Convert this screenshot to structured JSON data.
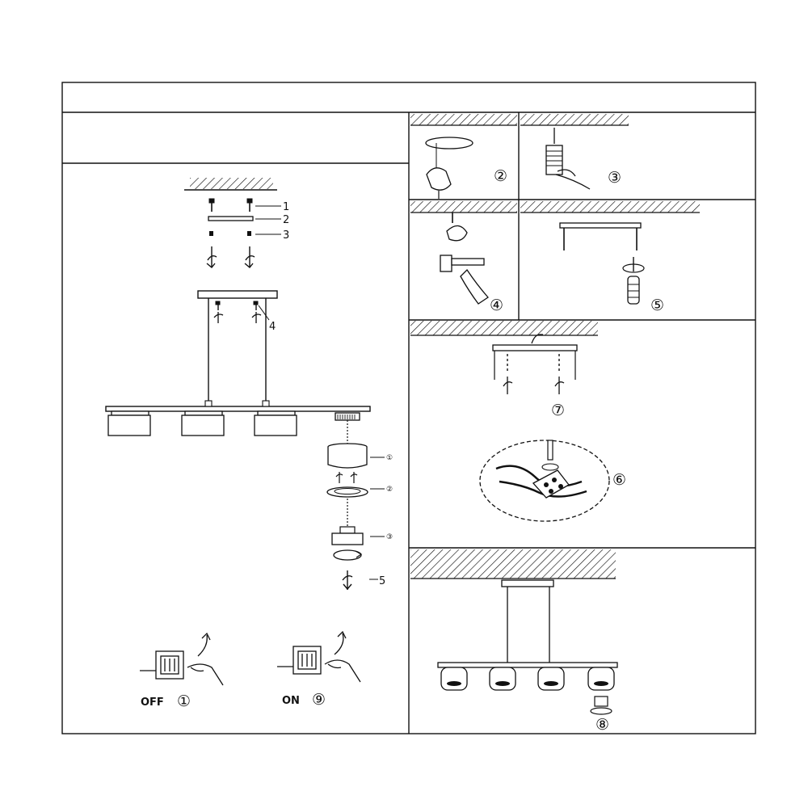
{
  "labels": {
    "part_1": "1",
    "part_2": "2",
    "part_3": "3",
    "part_4": "4",
    "part_5": "5",
    "shade_1": "①",
    "shade_2": "②",
    "shade_3": "③"
  },
  "steps": {
    "s1": "①",
    "s2": "②",
    "s3": "③",
    "s4": "④",
    "s5": "⑤",
    "s6": "⑥",
    "s7": "⑦",
    "s8": "⑧",
    "s9": "⑨"
  },
  "switch": {
    "off": "OFF",
    "on": "ON"
  }
}
